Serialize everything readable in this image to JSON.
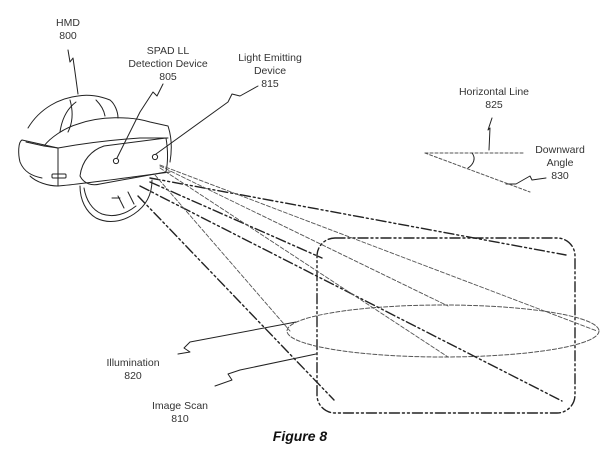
{
  "figure": {
    "caption": "Figure 8",
    "labels": {
      "hmd": {
        "name": "HMD",
        "ref": "800"
      },
      "spad": {
        "name_line1": "SPAD LL",
        "name_line2": "Detection Device",
        "ref": "805"
      },
      "light_emitting": {
        "name_line1": "Light Emitting",
        "name_line2": "Device",
        "ref": "815"
      },
      "horizontal_line": {
        "name": "Horizontal Line",
        "ref": "825"
      },
      "downward_angle": {
        "name_line1": "Downward",
        "name_line2": "Angle",
        "ref": "830"
      },
      "illumination": {
        "name": "Illumination",
        "ref": "820"
      },
      "image_scan": {
        "name": "Image Scan",
        "ref": "810"
      }
    }
  }
}
